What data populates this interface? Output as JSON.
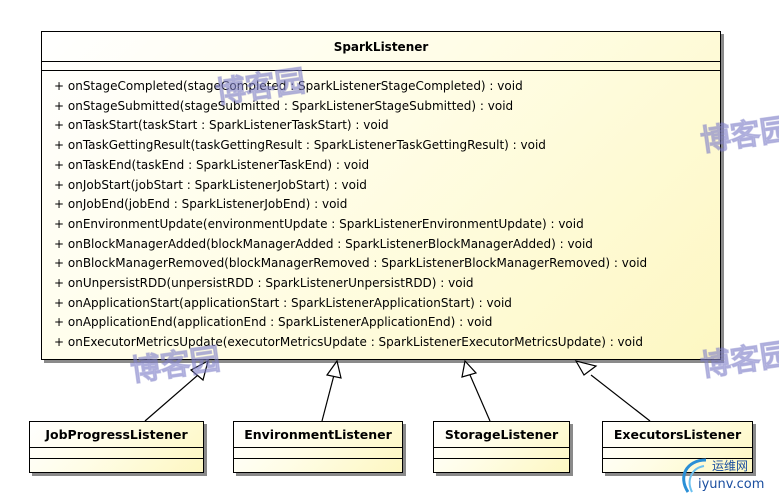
{
  "main_class": {
    "name": "SparkListener",
    "operations": [
      "+ onStageCompleted(stageCompleted : SparkListenerStageCompleted) : void",
      "+ onStageSubmitted(stageSubmitted : SparkListenerStageSubmitted) : void",
      "+ onTaskStart(taskStart : SparkListenerTaskStart) : void",
      "+ onTaskGettingResult(taskGettingResult : SparkListenerTaskGettingResult) : void",
      "+ onTaskEnd(taskEnd : SparkListenerTaskEnd) : void",
      "+ onJobStart(jobStart : SparkListenerJobStart) : void",
      "+ onJobEnd(jobEnd : SparkListenerJobEnd) : void",
      "+ onEnvironmentUpdate(environmentUpdate : SparkListenerEnvironmentUpdate) : void",
      "+ onBlockManagerAdded(blockManagerAdded : SparkListenerBlockManagerAdded) : void",
      "+ onBlockManagerRemoved(blockManagerRemoved : SparkListenerBlockManagerRemoved) : void",
      "+ onUnpersistRDD(unpersistRDD : SparkListenerUnpersistRDD) : void",
      "+ onApplicationStart(applicationStart : SparkListenerApplicationStart) : void",
      "+ onApplicationEnd(applicationEnd : SparkListenerApplicationEnd) : void",
      "+ onExecutorMetricsUpdate(executorMetricsUpdate : SparkListenerExecutorMetricsUpdate) : void"
    ]
  },
  "subclasses": [
    {
      "name": "JobProgressListener"
    },
    {
      "name": "EnvironmentListener"
    },
    {
      "name": "StorageListener"
    },
    {
      "name": "ExecutorsListener"
    }
  ],
  "watermark_text": "博客园",
  "logo": {
    "cn": "运维网",
    "url": "iyunv.com"
  },
  "colors": {
    "class_fill_light": "#ffffff",
    "class_fill_dark": "#fdf7c2",
    "border": "#000000",
    "watermark": "#9696d7",
    "logo": "#1b4fa0"
  }
}
